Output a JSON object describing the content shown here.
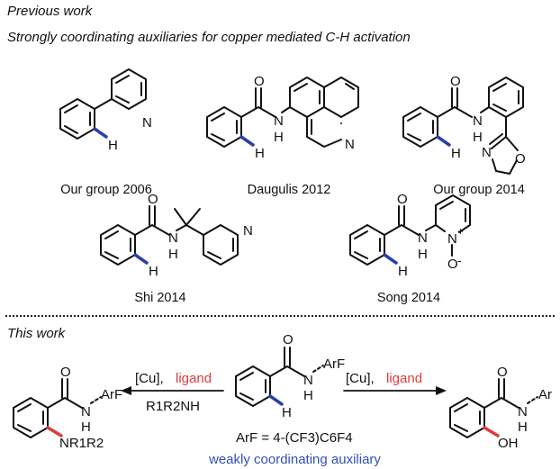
{
  "previous_work": {
    "heading": "Previous work",
    "subtitle": "Strongly coordinating auxiliaries for copper mediated C-H activation"
  },
  "captions": {
    "our_group_2006": "Our group 2006",
    "daugulis_2012": "Daugulis 2012",
    "our_group_2014": "Our group 2014",
    "shi_2014": "Shi 2014",
    "song_2014": "Song 2014"
  },
  "this_work": {
    "heading": "This work",
    "left_conditions": {
      "catalyst": "[Cu],",
      "ligand": "ligand",
      "amine": "R1R2NH"
    },
    "right_conditions": {
      "catalyst": "[Cu],",
      "ligand": "ligand"
    },
    "arf_definition": "ArF = 4-(CF3)C6F4",
    "auxiliary_label": "weakly coordinating auxiliary"
  },
  "atoms": {
    "O": "O",
    "N": "N",
    "H": "H",
    "OH": "OH",
    "ArF": "ArF",
    "NR1R2": "NR1R2",
    "Ar": "Ar"
  },
  "colors": {
    "ch_bond": "#2b3fa8",
    "highlight": "#e03a3a",
    "auxiliary_text": "#3050b8"
  }
}
